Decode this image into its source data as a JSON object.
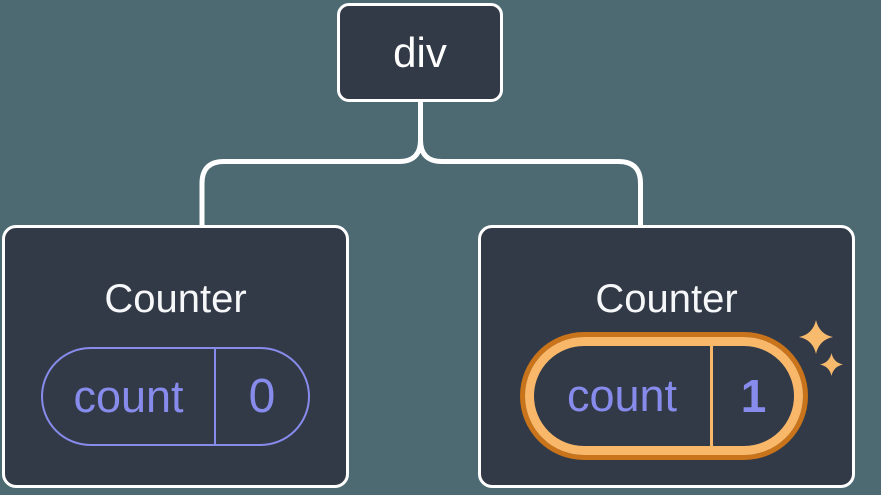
{
  "diagram": {
    "root": {
      "label": "div"
    },
    "children": [
      {
        "title": "Counter",
        "state": {
          "key": "count",
          "value": "0"
        },
        "highlighted": false
      },
      {
        "title": "Counter",
        "state": {
          "key": "count",
          "value": "1"
        },
        "highlighted": true
      }
    ],
    "icons": {
      "highlight_sparkle_large": "sparkle-icon",
      "highlight_sparkle_small": "sparkle-icon"
    },
    "colors": {
      "background": "#4d6a73",
      "card_background": "#333a47",
      "card_border": "#ffffff",
      "connector": "#ffffff",
      "node_label_text": "#ffffff",
      "title_text": "#f6f7f9",
      "state_purple": "#878cec",
      "highlight_orange_dark": "#c9731b",
      "highlight_orange_light": "#f9b869",
      "sparkle_orange": "#f8bb6d"
    }
  }
}
